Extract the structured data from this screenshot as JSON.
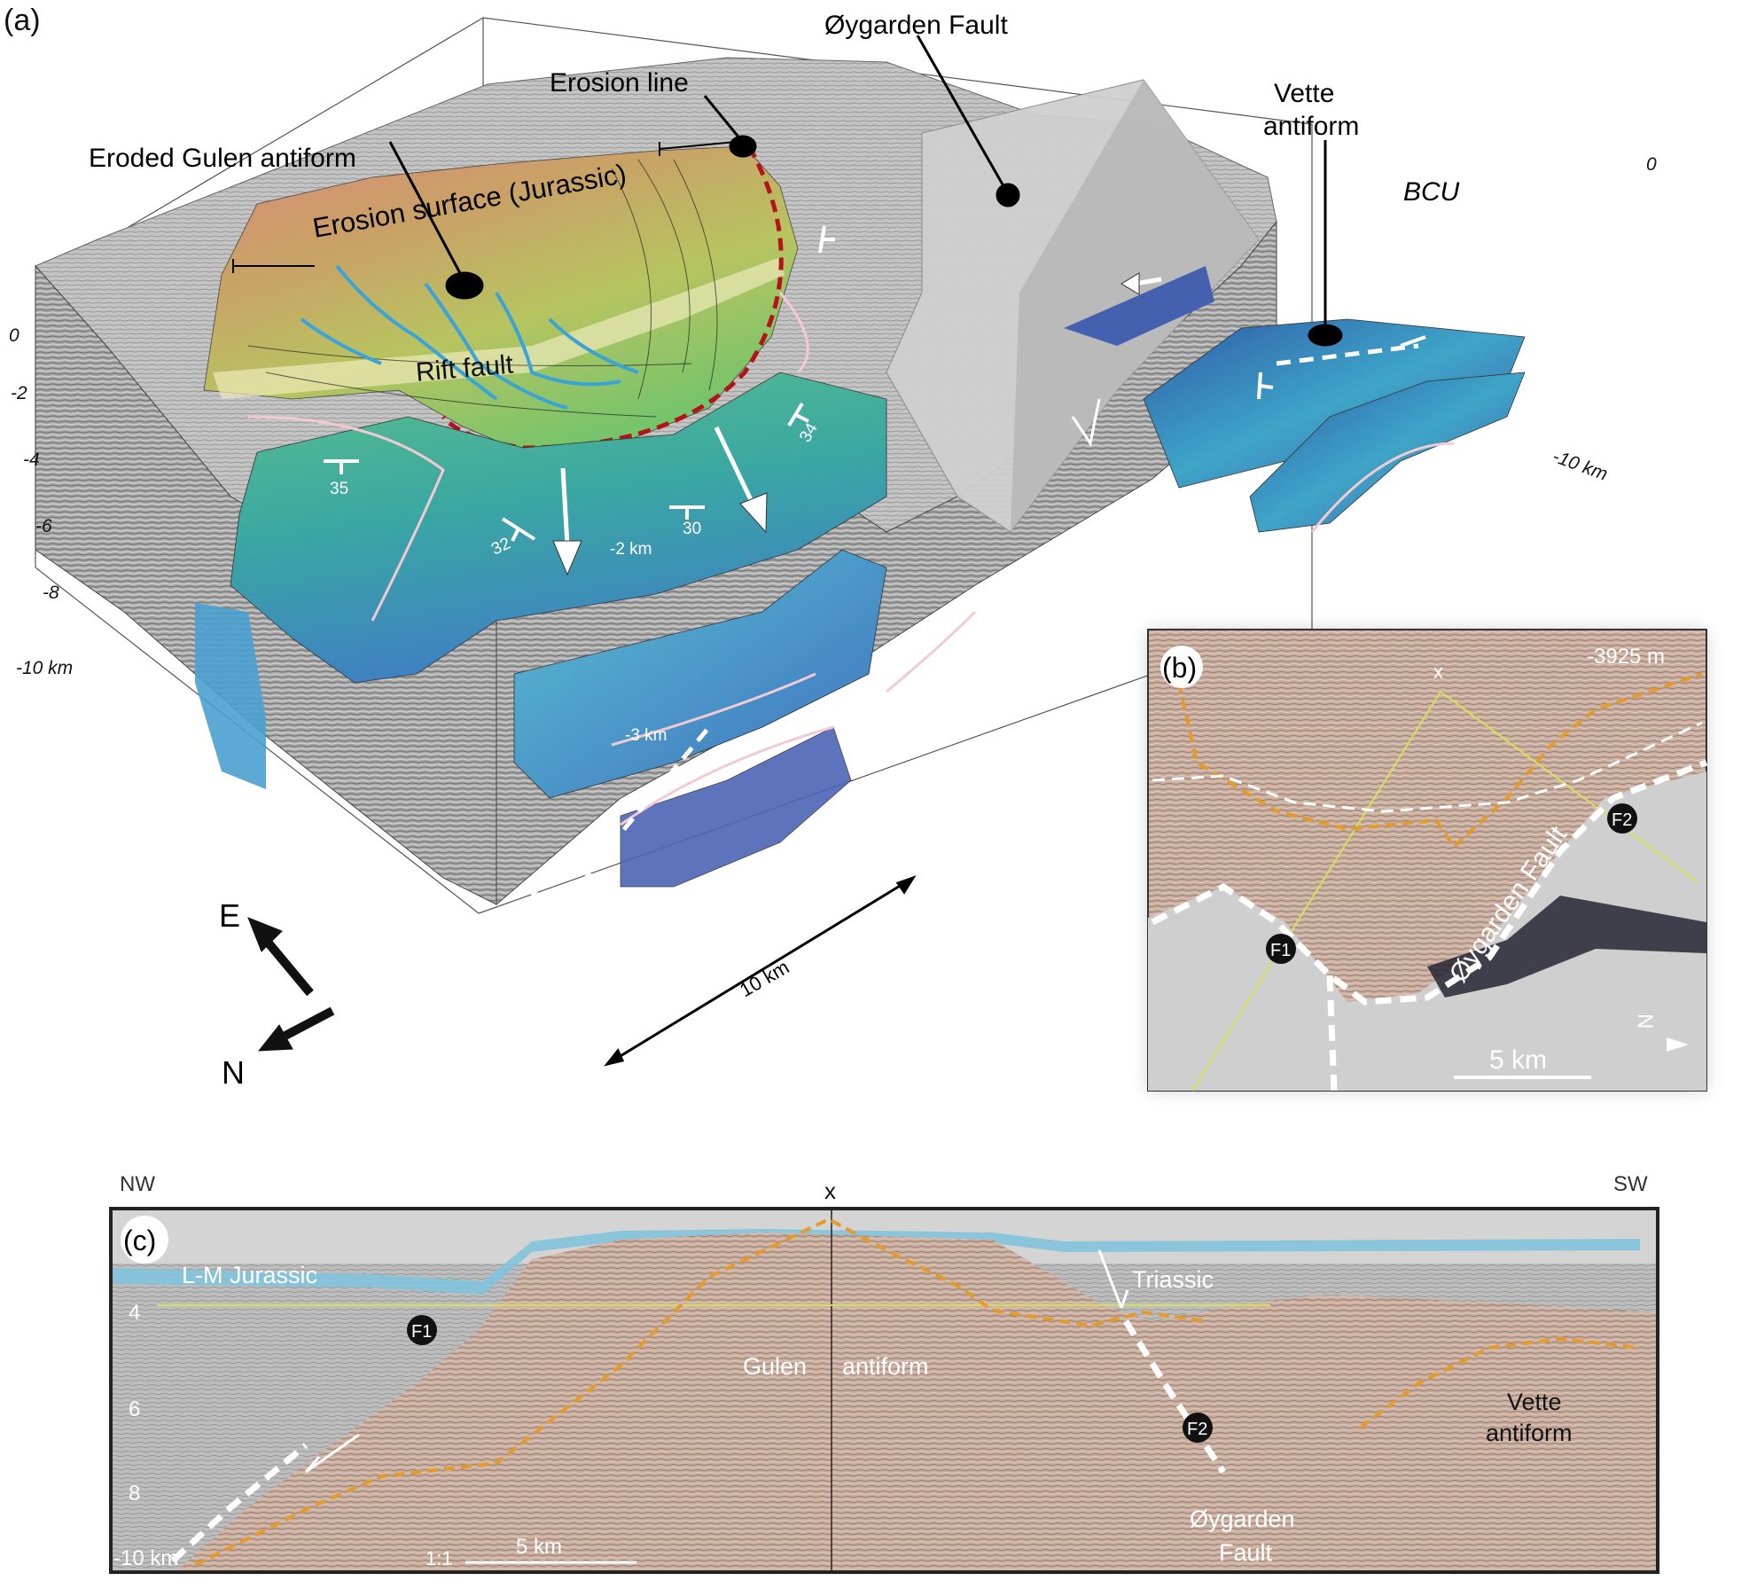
{
  "panel_a": {
    "label": "(a)",
    "annotations": {
      "oygarden_fault": "Øygarden Fault",
      "erosion_line": "Erosion line",
      "eroded_gulen": "Eroded Gulen antiform",
      "erosion_surface": "Erosion surface (Jurassic)",
      "rift_fault": "Rift fault",
      "vette_line1": "Vette",
      "vette_line2": "antiform",
      "bcu": "BCU"
    },
    "dips": [
      "35",
      "32",
      "30",
      "34"
    ],
    "contours": {
      "c2": "-2 km",
      "c3": "-3 km"
    },
    "depth_axis_left": [
      "0",
      "-2",
      "-4",
      "-6",
      "-8",
      "-10 km"
    ],
    "depth_axis_right": [
      "0",
      "-10 km"
    ],
    "scale_bar": "10 km",
    "compass": {
      "east": "E",
      "north": "N"
    }
  },
  "panel_b": {
    "label": "(b)",
    "depth": "-3925 m",
    "x_marker": "x",
    "f1": "F1",
    "f2": "F2",
    "fault_label": "Øygarden Fault",
    "scale_bar": "5 km",
    "north": "N"
  },
  "panel_c": {
    "label": "(c)",
    "left_dir": "NW",
    "right_dir": "SW",
    "x_marker": "x",
    "lm_jurassic": "L-M Jurassic",
    "triassic": "Triassic",
    "gulen": "Gulen",
    "antiform": "antiform",
    "vette1": "Vette",
    "vette2": "antiform",
    "oygarden1": "Øygarden",
    "oygarden2": "Fault",
    "f1": "F1",
    "f2": "F2",
    "depth_ticks": [
      "4",
      "6",
      "8",
      "-10 km"
    ],
    "ratio": "1:1",
    "scale_bar": "5 km"
  }
}
